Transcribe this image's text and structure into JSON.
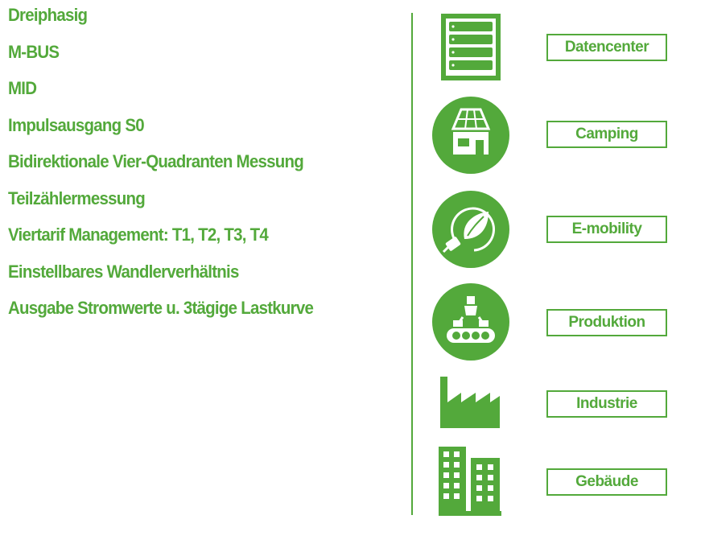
{
  "colors": {
    "accent": "#53a93b",
    "background": "#ffffff"
  },
  "features": [
    "Dreiphasig",
    "M-BUS",
    "MID",
    "Impulsausgang S0",
    "Bidirektionale Vier-Quadranten Messung",
    "Teilzählermessung",
    "Viertarif Management: T1, T2, T3, T4",
    "Einstellbares Wandlerverhältnis",
    "Ausgabe Stromwerte u. 3tägige Lastkurve"
  ],
  "applications": [
    {
      "label": "Datencenter",
      "icon": "server-rack-icon"
    },
    {
      "label": "Camping",
      "icon": "solar-house-icon"
    },
    {
      "label": "E-mobility",
      "icon": "eco-plug-icon"
    },
    {
      "label": "Produktion",
      "icon": "conveyor-robot-icon"
    },
    {
      "label": "Industrie",
      "icon": "factory-icon"
    },
    {
      "label": "Gebäude",
      "icon": "buildings-icon"
    }
  ]
}
